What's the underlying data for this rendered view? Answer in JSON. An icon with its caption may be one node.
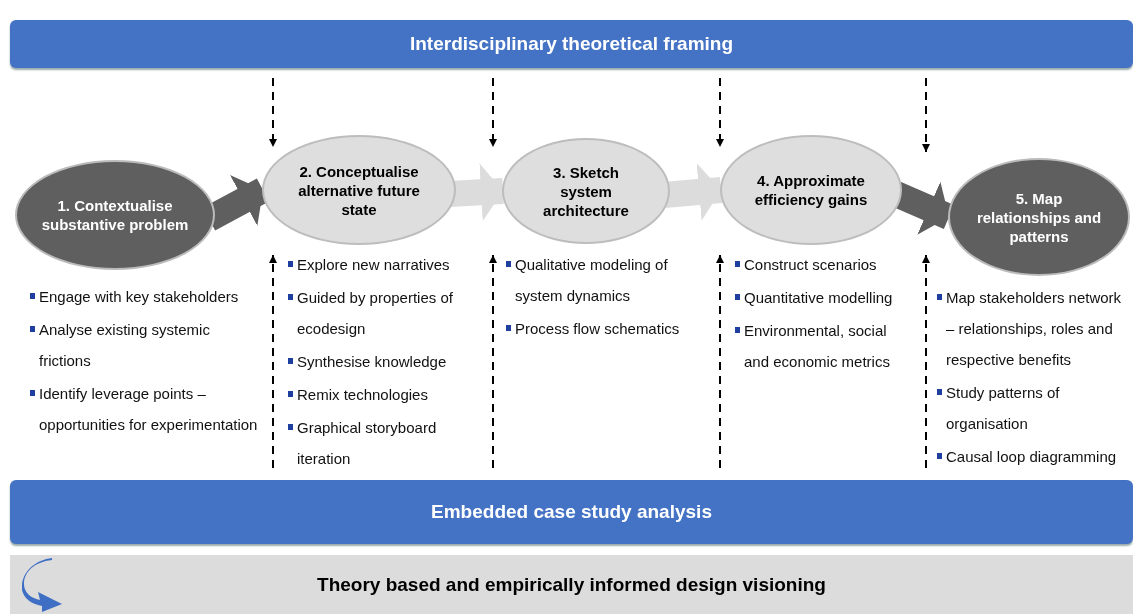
{
  "diagram": {
    "nodes": [
      {
        "text": [
          "Interdisciplinary theoretical framing"
        ]
      },
      {
        "text": [
          "1. Contextualise substantive problem"
        ],
        "beside": [
          "Engage with key stakeholders",
          "Analyse existing systemic frictions",
          "Identify leverage points – opportunities for experimentation"
        ]
      },
      {
        "text": [
          "2. Conceptualise alternative future state"
        ],
        "beside": [
          "Explore new narratives",
          "Guided by properties of ecodesign",
          "Synthesise knowledge",
          "Remix technologies",
          "Graphical storyboard iteration"
        ]
      },
      {
        "text": [
          "3. Sketch system architecture"
        ],
        "beside": [
          "Qualitative modeling of system dynamics",
          "Process flow schematics"
        ]
      },
      {
        "text": [
          "4. Approximate efficiency gains"
        ],
        "beside": [
          "Construct scenarios",
          "Quantitative modelling",
          "Environmental, social and economic metrics"
        ]
      },
      {
        "text": [
          "5. Map relationships and patterns"
        ],
        "beside": [
          "Map stakeholders network – relationships, roles and respective benefits",
          "Study patterns of organisation",
          "Causal loop diagramming"
        ]
      },
      {
        "text": [
          "Embedded case study analysis"
        ]
      },
      {
        "text": [
          "Theory based and empirically informed design visioning"
        ]
      }
    ],
    "edges": [
      {
        "from": 1,
        "to": 2,
        "arrow": "to",
        "style": "thick",
        "color": "#5f5f5f"
      },
      {
        "from": 2,
        "to": 3,
        "arrow": "to",
        "style": "thick",
        "color": "#dcdcdc"
      },
      {
        "from": 3,
        "to": 4,
        "arrow": "to",
        "style": "thick",
        "color": "#dcdcdc"
      },
      {
        "from": 4,
        "to": 5,
        "arrow": "to",
        "style": "thick",
        "color": "#5f5f5f"
      },
      {
        "from": 0,
        "to": 2,
        "arrow": "to",
        "style": "dashed"
      },
      {
        "from": 0,
        "to": 3,
        "arrow": "to",
        "style": "dashed"
      },
      {
        "from": 0,
        "to": 4,
        "arrow": "to",
        "style": "dashed"
      },
      {
        "from": 0,
        "to": 5,
        "arrow": "to",
        "style": "dashed"
      },
      {
        "from": 6,
        "to": 2,
        "arrow": "to",
        "style": "dashed"
      },
      {
        "from": 6,
        "to": 3,
        "arrow": "to",
        "style": "dashed"
      },
      {
        "from": 6,
        "to": 4,
        "arrow": "to",
        "style": "dashed"
      },
      {
        "from": 6,
        "to": 5,
        "arrow": "to",
        "style": "dashed"
      }
    ]
  }
}
